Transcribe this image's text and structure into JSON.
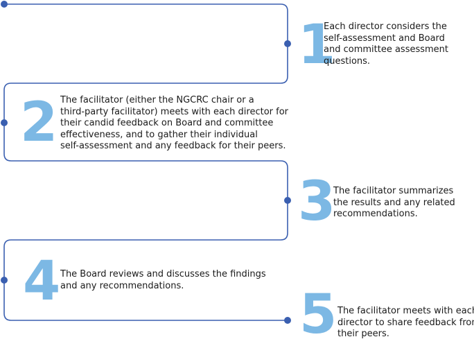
{
  "colors": {
    "connector_line": "#3a5fb0",
    "node_dot": "#3a5fb0",
    "step_number": "#7cb8e4",
    "text": "#1a1a1a"
  },
  "steps": [
    {
      "number": "1",
      "lines": [
        "Each director considers the",
        "self-assessment and Board",
        "and committee assessment",
        "questions."
      ]
    },
    {
      "number": "2",
      "lines": [
        "The facilitator (either the NGCRC chair or a",
        "third-party facilitator) meets with each director for",
        "their candid feedback on Board and committee",
        "effectiveness, and to gather their individual",
        "self-assessment and any feedback for their peers."
      ]
    },
    {
      "number": "3",
      "lines": [
        "The facilitator summarizes",
        "the results and any related",
        "recommendations."
      ]
    },
    {
      "number": "4",
      "lines": [
        "The Board reviews and discusses the findings",
        "and any recommendations."
      ]
    },
    {
      "number": "5",
      "lines": [
        "The facilitator meets with each",
        "director to share feedback from",
        "their peers."
      ]
    }
  ]
}
